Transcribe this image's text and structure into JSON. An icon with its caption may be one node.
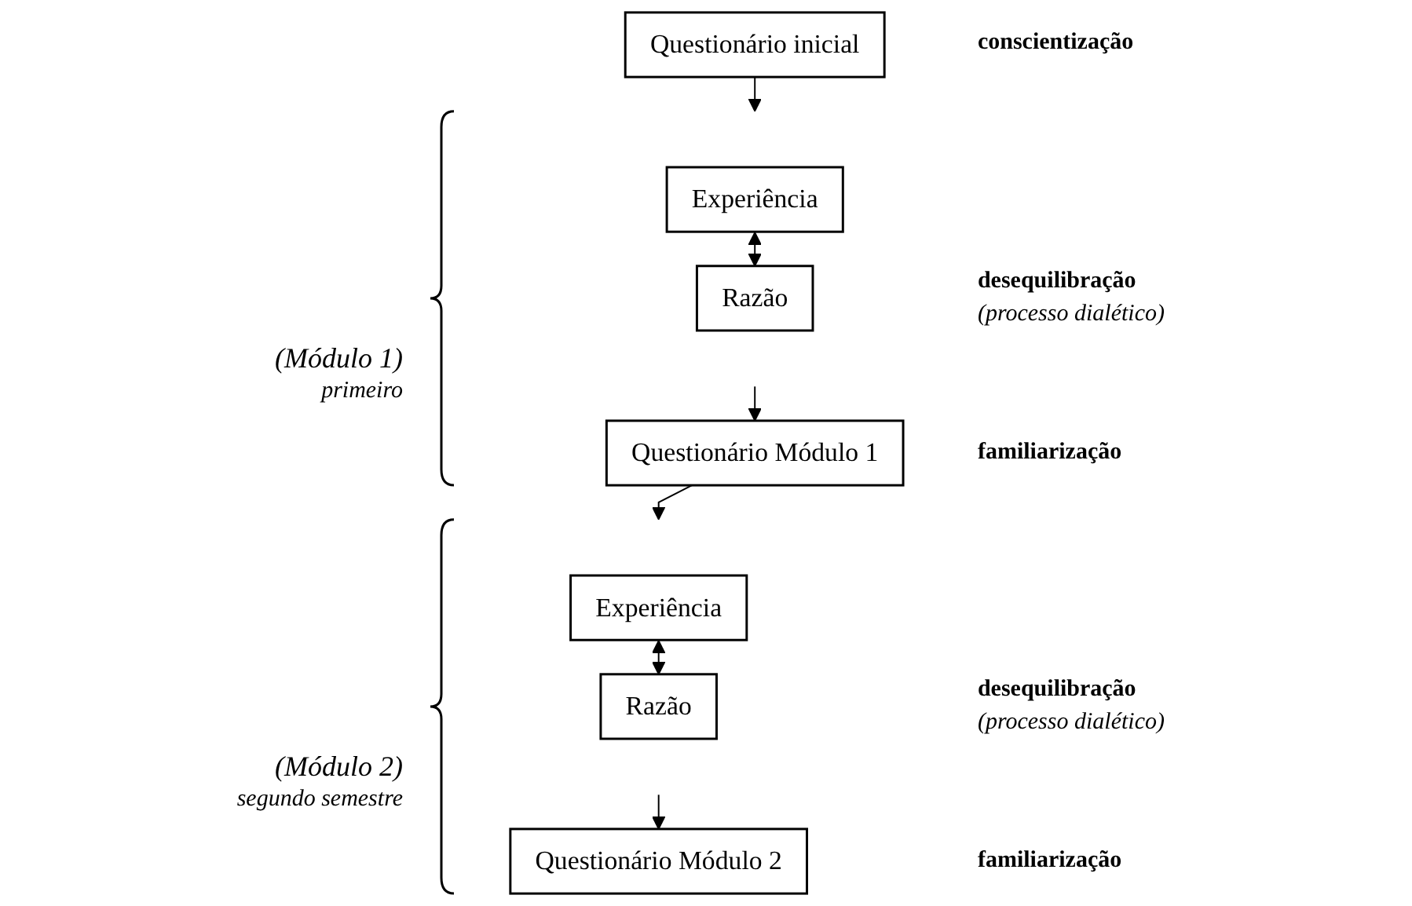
{
  "diagram": {
    "nodes": [
      {
        "text": [
          "Questionário inicial"
        ]
      },
      {
        "text": [
          "Experiência"
        ]
      },
      {
        "text": [
          "Razão"
        ]
      },
      {
        "text": [
          "Questionário Módulo 1"
        ]
      },
      {
        "text": [
          "Experiência"
        ]
      },
      {
        "text": [
          "Razão"
        ]
      },
      {
        "text": [
          "Questionário Módulo 2"
        ]
      }
    ],
    "edges": [
      {
        "from": 0,
        "to": null,
        "arrow": "to"
      },
      {
        "from": 1,
        "to": 2,
        "arrow": "both"
      },
      {
        "from": null,
        "to": 3,
        "arrow": "to"
      },
      {
        "from": 3,
        "to": null,
        "arrow": "to"
      },
      {
        "from": 4,
        "to": 5,
        "arrow": "both"
      },
      {
        "from": null,
        "to": 6,
        "arrow": "to"
      }
    ],
    "labels": [
      "conscientização",
      "desequilibração",
      "(processo dialético)",
      "(Módulo 1)",
      "primeiro",
      "familiarização",
      "desequilibração",
      "(processo dialético)",
      "(Módulo 2)",
      "segundo semestre",
      "familiarização"
    ]
  }
}
